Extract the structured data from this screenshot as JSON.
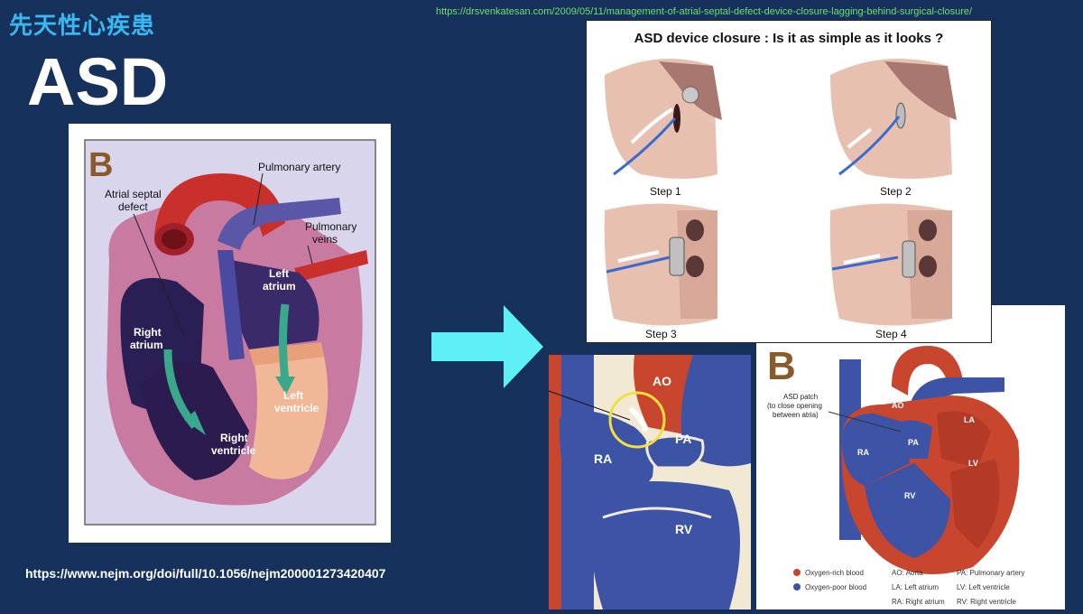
{
  "slide": {
    "subtitle": "先天性心疾患",
    "title": "ASD",
    "source_top": "https://drsvenkatesan.com/2009/05/11/management-of-atrial-septal-defect-device-closure-lagging-behind-surgical-closure/",
    "source_bottom": "https://www.nejm.org/doi/full/10.1056/nejm200001273420407"
  },
  "heart_diagram": {
    "letter": "B",
    "labels": {
      "asd": [
        "Atrial septal",
        "defect"
      ],
      "pa": "Pulmonary artery",
      "pv": [
        "Pulmonary",
        "veins"
      ],
      "la": [
        "Left",
        "atrium"
      ],
      "ra": [
        "Right",
        "atrium"
      ],
      "lv": [
        "Left",
        "ventricle"
      ],
      "rv": [
        "Right",
        "ventricle"
      ]
    }
  },
  "device_closure": {
    "title": "ASD device closure : Is it  as simple  as it looks ?",
    "steps": [
      "Step 1",
      "Step 2",
      "Step 3",
      "Step 4"
    ]
  },
  "zoom_illustration": {
    "labels": {
      "ao": "AO",
      "pa": "PA",
      "ra": "RA",
      "rv": "RV"
    }
  },
  "patch_diagram": {
    "letter": "B",
    "patch_label": [
      "ASD patch",
      "(to close opening",
      "between atria)"
    ],
    "chambers": {
      "ao": "AO",
      "la": "LA",
      "pa": "PA",
      "ra": "RA",
      "lv": "LV",
      "rv": "RV"
    },
    "legend": {
      "oxygen_rich": "Oxygen-rich blood",
      "oxygen_poor": "Oxygen-poor blood",
      "abbr": [
        "AO: Aorta",
        "PA: Pulmonary artery",
        "LA: Left atrium",
        "LV: Left ventricle",
        "RA: Right atrium",
        "RV: Right ventricle"
      ]
    }
  },
  "colors": {
    "background": "#15315c",
    "subtitle": "#3ab6f0",
    "url_top": "#6fe06a",
    "arrow": "#5ef0f5",
    "oxygen_rich": "#c8452e",
    "oxygen_poor": "#3d53a6"
  }
}
